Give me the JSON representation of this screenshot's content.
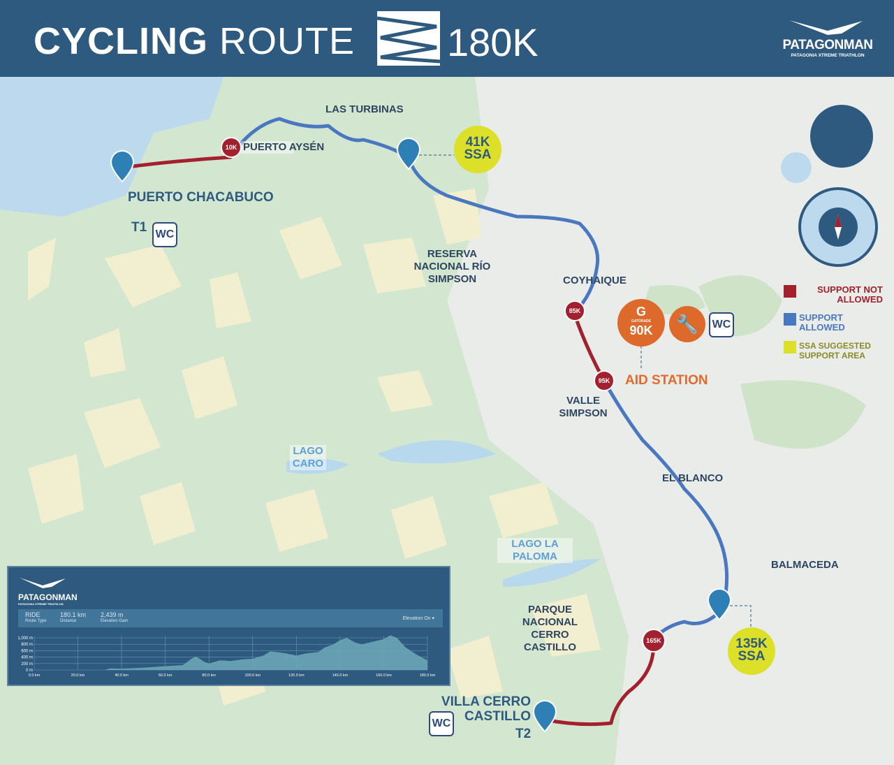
{
  "header": {
    "title_bold": "CYCLING",
    "title_light": "ROUTE",
    "distance": "180K",
    "brand": "PATAGONMAN",
    "brand_sub": "PATAGONIA XTREME TRIATHLON"
  },
  "places": {
    "puerto_chacabuco": "PUERTO CHACABUCO",
    "t1": "T1",
    "puerto_aysen": "PUERTO AYSÉN",
    "las_turbinas": "LAS TURBINAS",
    "reserva": "RESERVA NACIONAL RÍO SIMPSON",
    "coyhaique": "COYHAIQUE",
    "valle_simpson": "VALLE SIMPSON",
    "el_blanco": "EL BLANCO",
    "balmaceda": "BALMACEDA",
    "lago_caro": "LAGO CARO",
    "lago_paloma": "LAGO LA PALOMA",
    "parque": "PARQUE NACIONAL CERRO CASTILLO",
    "villa": "VILLA CERRO CASTILLO",
    "t2": "T2"
  },
  "markers": {
    "k10": "10K",
    "k85": "85K",
    "k95": "95K",
    "k165": "165K"
  },
  "ssa": [
    {
      "km": "41K",
      "label": "SSA"
    },
    {
      "km": "135K",
      "label": "SSA"
    }
  ],
  "wc": "WC",
  "aid": {
    "sponsor": "GATORADE",
    "km": "90K",
    "label": "AID STATION"
  },
  "legend": [
    {
      "label": "SUPPORT NOT ALLOWED",
      "color": "#a3202e"
    },
    {
      "label": "SUPPORT ALLOWED",
      "color": "#4a78c0"
    },
    {
      "label": "SSA SUGGESTED SUPPORT AREA",
      "color": "#dde029"
    }
  ],
  "colors": {
    "support_not_allowed": "#a3202e",
    "support_allowed": "#4a78c0",
    "ssa": "#dde029",
    "header": "#2e5a80"
  },
  "elevation": {
    "brand": "PATAGONMAN",
    "brand_sub": "PATAGONIA XTREME TRIATHLON",
    "route_type": "RIDE",
    "route_type_label": "Route Type",
    "distance": "180.1 km",
    "distance_label": "Distance",
    "gain": "2,439 m",
    "gain_label": "Elevation Gain",
    "toggle": "Elevation On ▾"
  },
  "chart_data": {
    "type": "area",
    "xlabel": "",
    "ylabel": "",
    "xlim": [
      0,
      180
    ],
    "ylim": [
      0,
      1000
    ],
    "x_ticks": [
      "0.0 km",
      "20.0 km",
      "40.0 km",
      "60.0 km",
      "80.0 km",
      "100.0 km",
      "120.0 km",
      "140.0 km",
      "160.0 km",
      "180.0 km"
    ],
    "y_ticks": [
      "0 m",
      "200 m",
      "400 m",
      "600 m",
      "800 m",
      "1,000 m"
    ],
    "x": [
      0,
      32,
      35,
      40,
      50,
      60,
      68,
      72,
      74,
      78,
      80,
      85,
      90,
      95,
      100,
      105,
      108,
      112,
      115,
      120,
      125,
      130,
      133,
      137,
      140,
      143,
      147,
      150,
      155,
      160,
      163,
      166,
      170,
      175,
      180
    ],
    "y": [
      0,
      0,
      50,
      40,
      70,
      120,
      150,
      350,
      420,
      250,
      200,
      300,
      280,
      330,
      350,
      450,
      580,
      550,
      520,
      450,
      520,
      560,
      700,
      800,
      930,
      1000,
      850,
      800,
      880,
      960,
      1080,
      1000,
      700,
      480,
      300
    ]
  }
}
